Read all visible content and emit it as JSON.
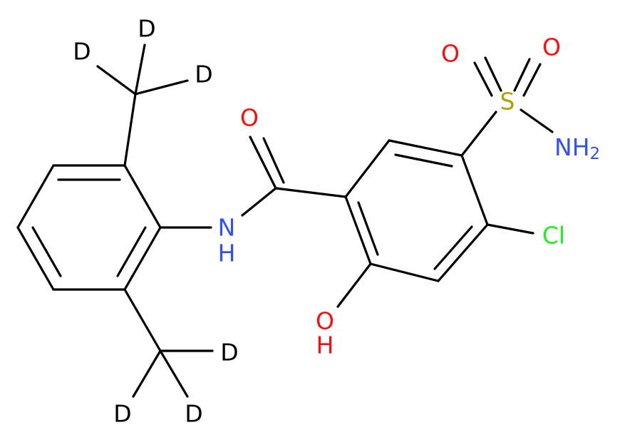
{
  "atoms": {
    "d_top_1": "D",
    "d_top_2": "D",
    "d_top_3": "D",
    "d_bot_1": "D",
    "d_bot_2": "D",
    "d_bot_3": "D",
    "amide_n": "N",
    "amide_h": "H",
    "carbonyl_o": "O",
    "hydroxyl_o": "O",
    "hydroxyl_h": "H",
    "chlorine": "Cl",
    "sulfur": "S",
    "sulfonyl_o_1": "O",
    "sulfonyl_o_2": "O",
    "amine_n": "N",
    "amine_h": "H",
    "amine_h_count": "2"
  },
  "colors": {
    "bond": "#000000",
    "deuterium": "#000000",
    "nitrogen": "#3050F8",
    "oxygen": "#FF0D0D",
    "chlorine": "#1FF01F",
    "sulfur": "#B3A100"
  }
}
